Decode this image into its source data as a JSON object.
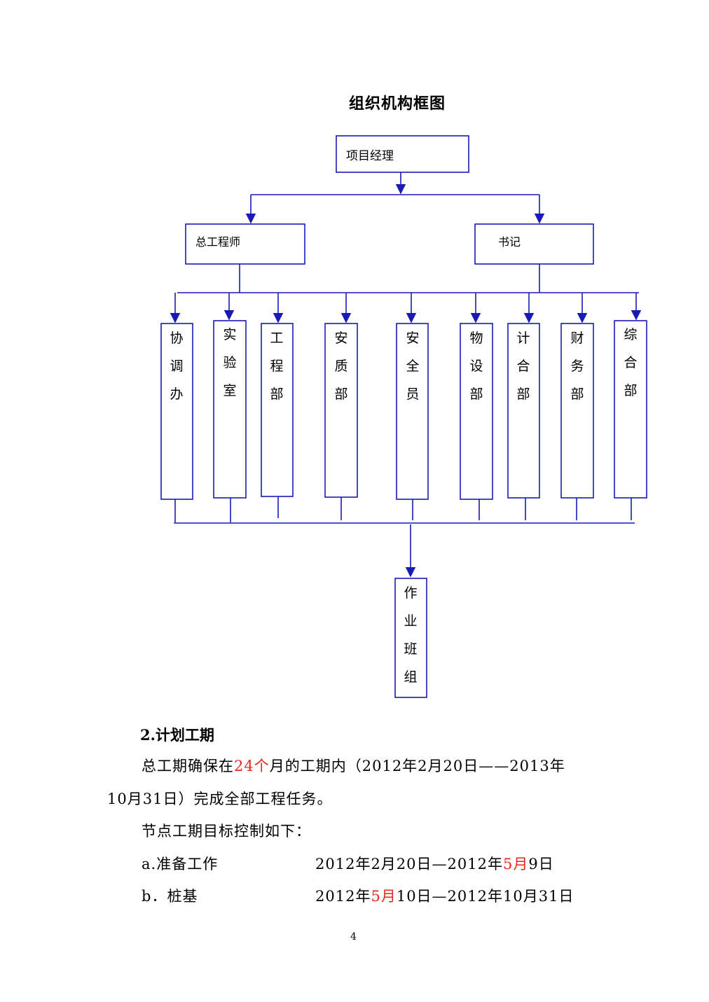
{
  "chart_title": "组织机构框图",
  "org": {
    "top": "项目经理",
    "level2": [
      "总工程师",
      "书记"
    ],
    "departments": [
      "协\n调\n办",
      "实\n验\n室",
      "工\n程\n部",
      "安\n质\n部",
      "安\n全\n员",
      "物\n设\n部",
      "计\n合\n部",
      "财\n务\n部",
      "综\n合\n部"
    ],
    "bottom": "作\n业\n班\n组"
  },
  "section": {
    "heading": "2.计划工期",
    "line1_a": "总工期确保在",
    "line1_red": "24个",
    "line1_b": "月的工期内（2012年2月20日——2013年",
    "line2": "10月31日）完成全部工程任务。",
    "line3": "节点工期目标控制如下：",
    "item_a_label": "a.准备工作",
    "item_a_date_1": "2012年2月20日—2012年",
    "item_a_date_red": "5月",
    "item_a_date_2": "9日",
    "item_b_label": "b．桩基",
    "item_b_date_1": "2012年",
    "item_b_date_red": "5月",
    "item_b_date_2": "10日—2012年10月31日"
  },
  "page_number": "4",
  "colors": {
    "box": "#1a1ab4",
    "arrow": "#1a1ab4",
    "line": "#1a1ab4",
    "red_text": "#e8261e"
  }
}
